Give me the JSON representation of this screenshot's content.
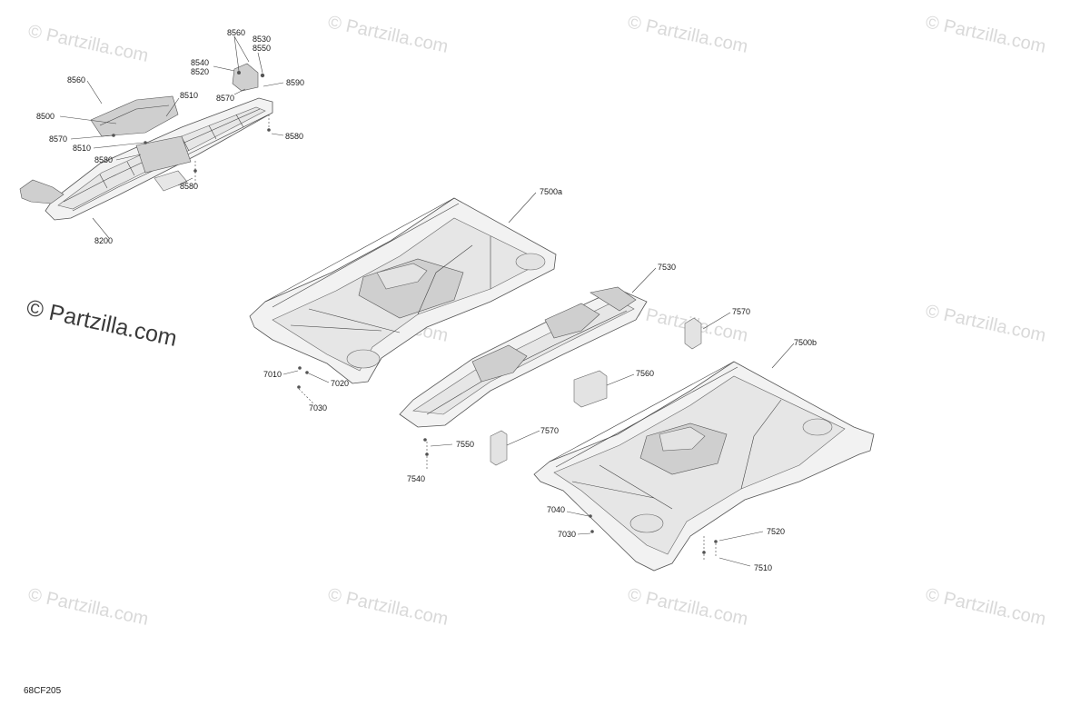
{
  "watermark": {
    "text": "© Partzilla.com",
    "logo_text": "© Partzilla.com"
  },
  "diagram_code": "68CF205",
  "callouts": {
    "p8560a": "8560",
    "p8560b": "8560",
    "p8530": "8530",
    "p8550": "8550",
    "p8540": "8540",
    "p8520": "8520",
    "p8590": "8590",
    "p8510a": "8510",
    "p8510b": "8510",
    "p8570a": "8570",
    "p8570b": "8570",
    "p8500": "8500",
    "p8580a": "8580",
    "p8580b": "8580",
    "p8580c": "8580",
    "p8200": "8200",
    "p7500a": "7500a",
    "p7530": "7530",
    "p7570a": "7570",
    "p7570b": "7570",
    "p7500b": "7500b",
    "p7560": "7560",
    "p7010": "7010",
    "p7020": "7020",
    "p7030a": "7030",
    "p7030b": "7030",
    "p7550": "7550",
    "p7540": "7540",
    "p7040": "7040",
    "p7520": "7520",
    "p7510": "7510"
  }
}
